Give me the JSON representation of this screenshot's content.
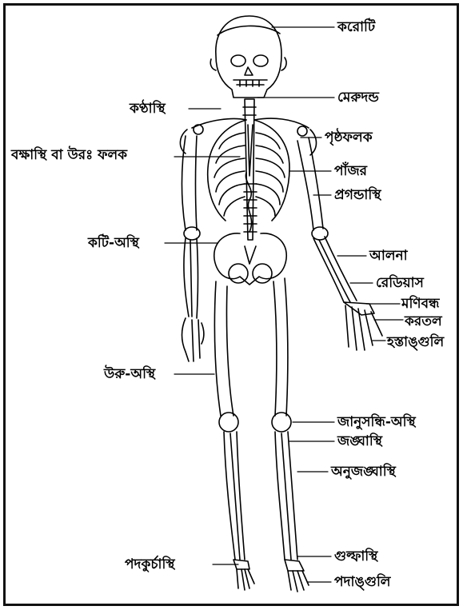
{
  "diagram": {
    "labels": {
      "skull": "করোটি",
      "spine": "মেরুদন্ড",
      "collarbone": "কণ্ঠাস্থি",
      "scapula": "পৃষ্ঠফলক",
      "sternum": "বক্ষাস্থি বা উরঃ ফলক",
      "ribs": "পাঁজর",
      "humerus": "প্রগন্ডাস্থি",
      "pelvis": "কটি-অস্থি",
      "ulna": "আলনা",
      "radius": "রেডিয়াস",
      "wrist": "মণিবন্ধ",
      "palm": "করতল",
      "fingers": "হস্তাঙ্গুলি",
      "femur": "উরু-অস্থি",
      "kneecap": "জানুসন্ধি-অস্থি",
      "tibia": "জঙ্ঘাস্থি",
      "fibula": "অনুজঙ্ঘাস্থি",
      "ankle": "গুল্ফাস্থি",
      "tarsal": "পদকুর্চাস্থি",
      "toes": "পদাঙ্গুলি"
    },
    "colors": {
      "ink": "#000000",
      "paper": "#ffffff"
    }
  }
}
